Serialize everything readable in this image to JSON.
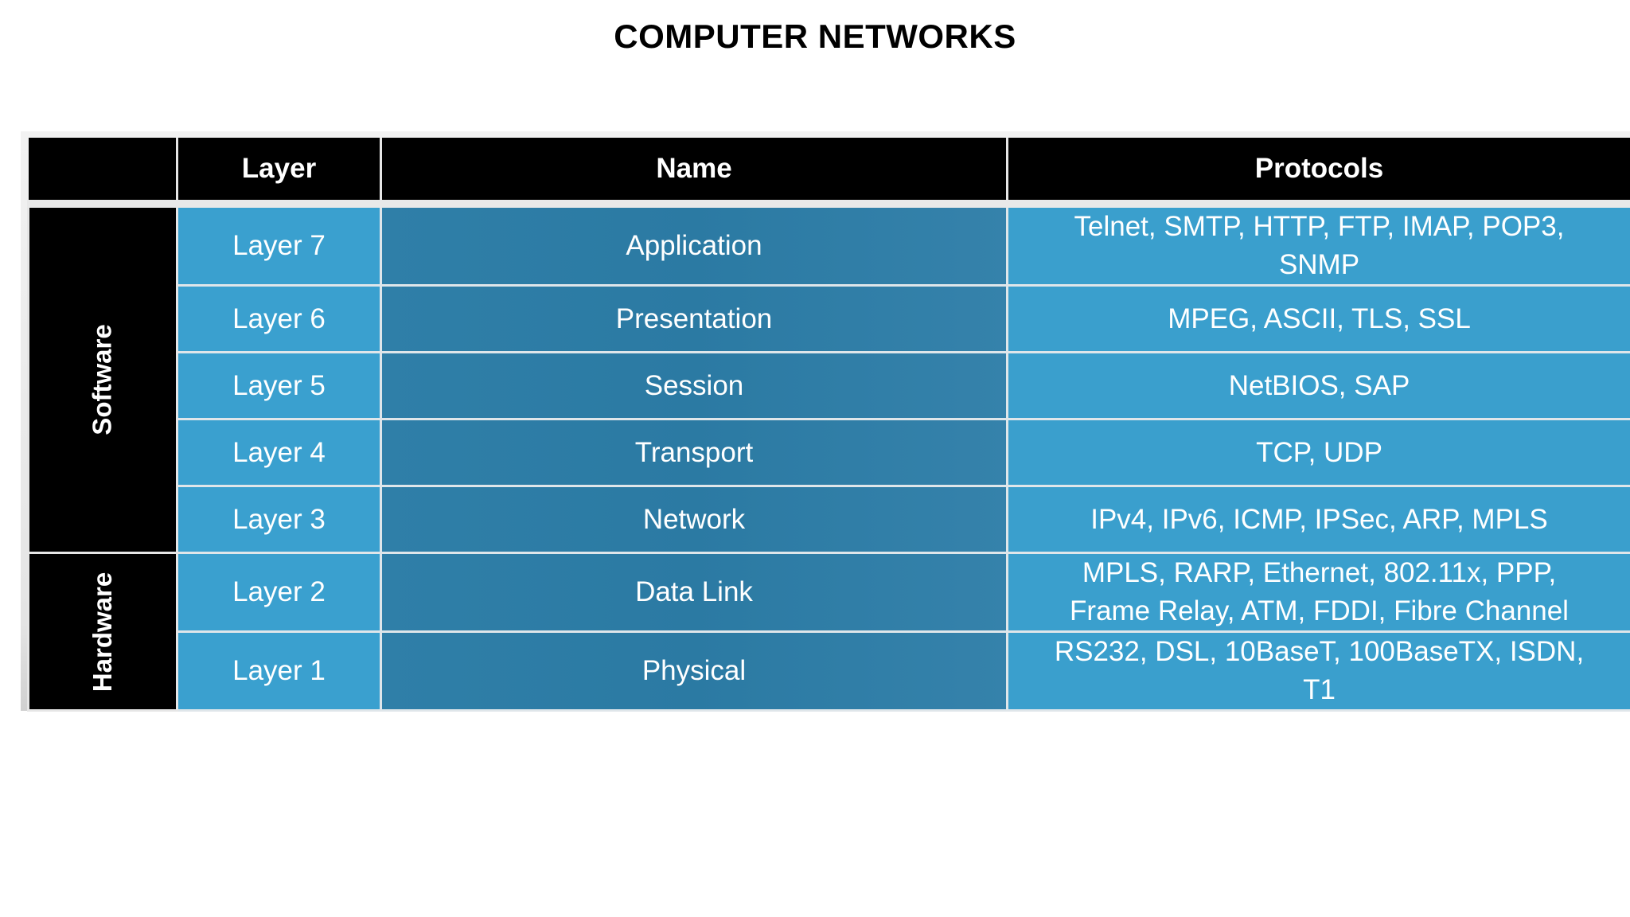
{
  "title": "COMPUTER NETWORKS",
  "table": {
    "headers": {
      "corner": "",
      "layer": "Layer",
      "name": "Name",
      "protocols": "Protocols"
    },
    "groups": {
      "software": "Software",
      "hardware": "Hardware"
    },
    "rows": [
      {
        "layer": "Layer 7",
        "name": "Application",
        "protocols": "Telnet, SMTP, HTTP, FTP, IMAP, POP3, SNMP"
      },
      {
        "layer": "Layer 6",
        "name": "Presentation",
        "protocols": "MPEG, ASCII, TLS, SSL"
      },
      {
        "layer": "Layer 5",
        "name": "Session",
        "protocols": "NetBIOS, SAP"
      },
      {
        "layer": "Layer 4",
        "name": "Transport",
        "protocols": "TCP, UDP"
      },
      {
        "layer": "Layer 3",
        "name": "Network",
        "protocols": "IPv4, IPv6, ICMP, IPSec, ARP, MPLS"
      },
      {
        "layer": "Layer 2",
        "name": "Data Link",
        "protocols": "MPLS, RARP, Ethernet, 802.11x, PPP, Frame Relay, ATM, FDDI, Fibre Channel"
      },
      {
        "layer": "Layer 1",
        "name": "Physical",
        "protocols": "RS232, DSL, 10BaseT, 100BaseTX, ISDN, T1"
      }
    ],
    "colors": {
      "header_bg": "#000000",
      "layer_cell": "#3aa0cf",
      "name_cell": "#2f7fa8",
      "protocol_cell": "#3a9fcd"
    }
  }
}
